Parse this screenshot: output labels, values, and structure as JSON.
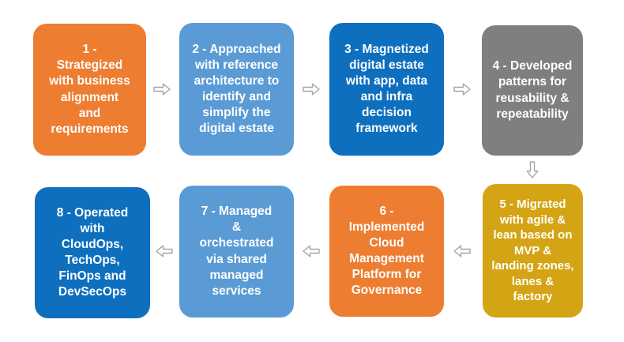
{
  "diagram": {
    "background": "#FFFFFF",
    "text_color": "#FFFFFF",
    "arrow_style": {
      "fill": "#FFFFFF",
      "outline": "#A6A6A6"
    },
    "boxes": [
      {
        "step": "1",
        "label": "1 -\nStrategized\nwith business\nalignment\nand\nrequirements",
        "bg": "#ED7D31"
      },
      {
        "step": "2",
        "label": "2 - Approached\nwith reference\narchitecture to\nidentify and\nsimplify the\ndigital estate",
        "bg": "#5B9BD5"
      },
      {
        "step": "3",
        "label": "3 - Magnetized\ndigital estate\nwith app, data\nand infra\ndecision\nframework",
        "bg": "#0E6FBF"
      },
      {
        "step": "4",
        "label": "4 - Developed\npatterns for\nreusability &\nrepeatability",
        "bg": "#7F7F7F"
      },
      {
        "step": "5",
        "label": "5 - Migrated\nwith agile &\nlean based on\nMVP &\nlanding zones,\nlanes &\nfactory",
        "bg": "#D4A414"
      },
      {
        "step": "6",
        "label": "6 -\nImplemented\nCloud\nManagement\nPlatform for\nGovernance",
        "bg": "#ED7D31"
      },
      {
        "step": "7",
        "label": "7 - Managed\n&\norchestrated\nvia shared\nmanaged\nservices",
        "bg": "#5B9BD5"
      },
      {
        "step": "8",
        "label": "8 - Operated\nwith\nCloudOps,\nTechOps,\nFinOps and\nDevSecOps",
        "bg": "#0E6FBF"
      }
    ],
    "arrows": [
      {
        "from": "1",
        "to": "2",
        "direction": "right"
      },
      {
        "from": "2",
        "to": "3",
        "direction": "right"
      },
      {
        "from": "3",
        "to": "4",
        "direction": "right"
      },
      {
        "from": "4",
        "to": "5",
        "direction": "down"
      },
      {
        "from": "5",
        "to": "6",
        "direction": "left"
      },
      {
        "from": "6",
        "to": "7",
        "direction": "left"
      },
      {
        "from": "7",
        "to": "8",
        "direction": "left"
      }
    ]
  }
}
